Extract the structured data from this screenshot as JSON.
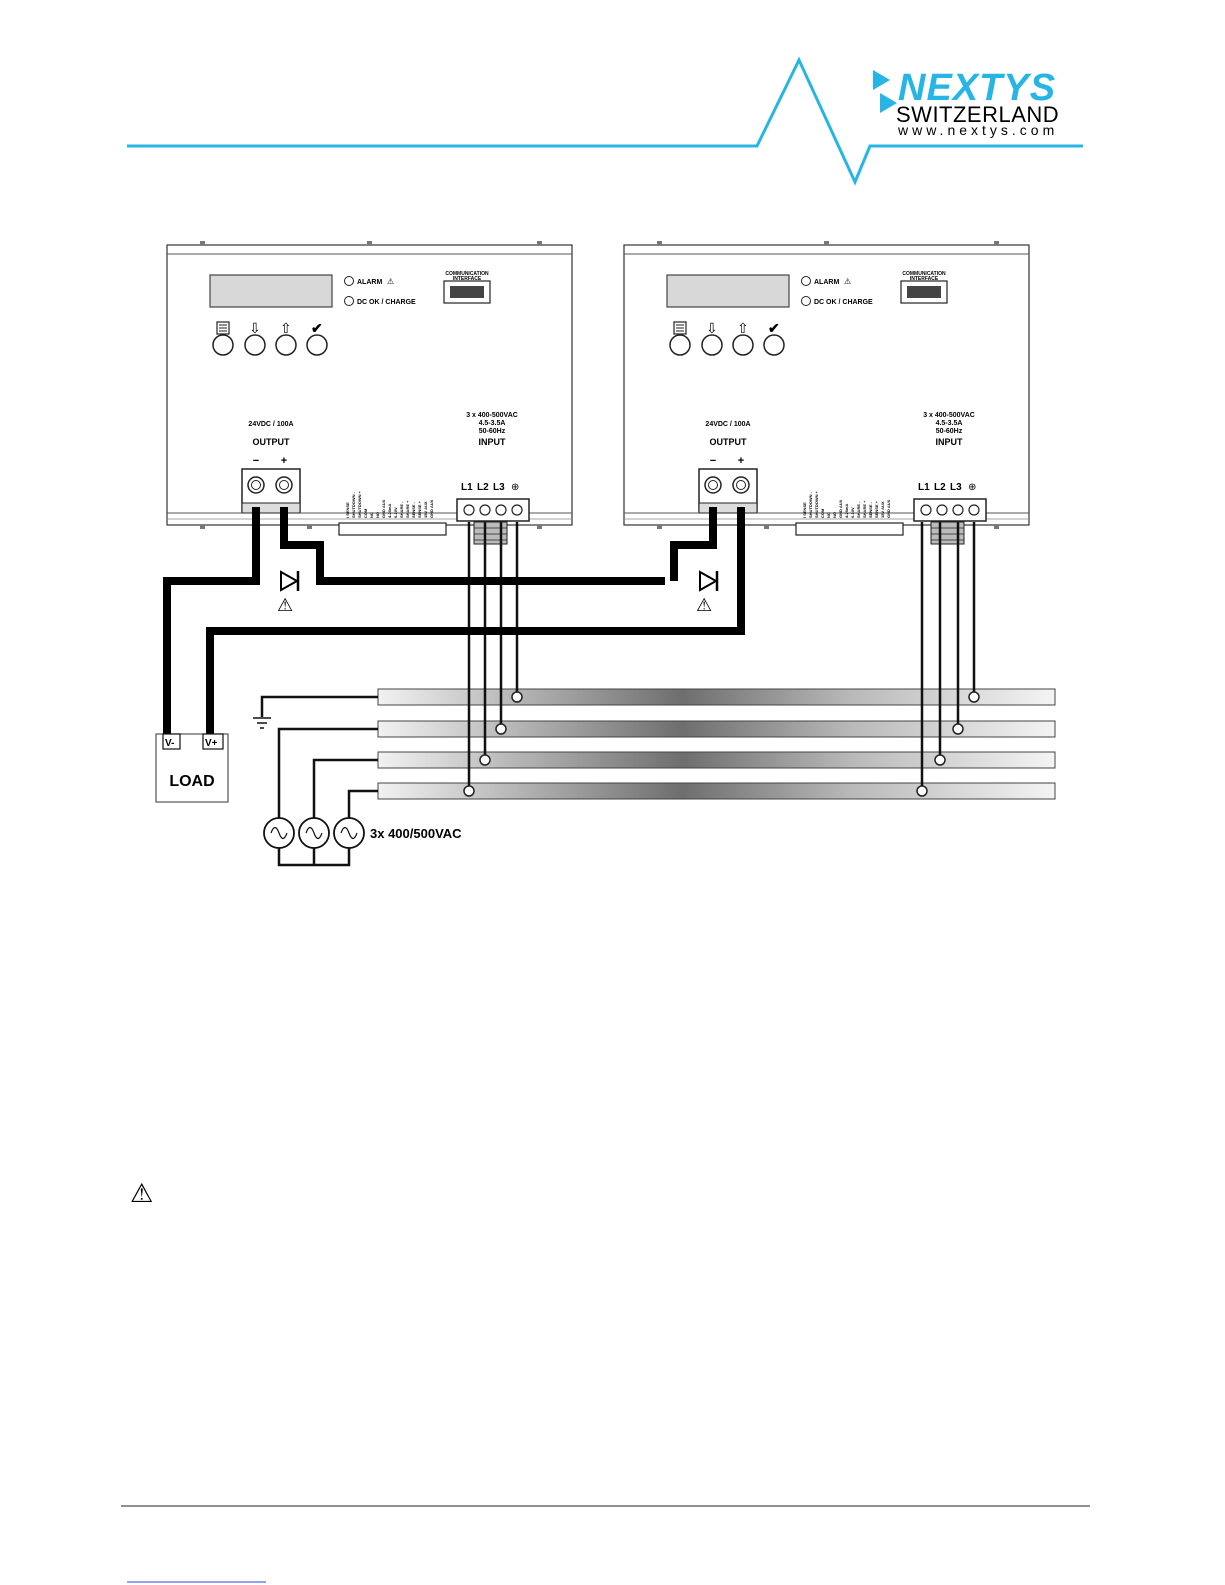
{
  "header": {
    "brand": "NEXTYS",
    "country": "SWITZERLAND",
    "website": "www.nextys.com",
    "accent_color": "#27b5e6"
  },
  "units": [
    {
      "alarm_label": "ALARM",
      "dcok_label": "DC OK / CHARGE",
      "comm_label_1": "COMMUNICATION",
      "comm_label_2": "INTERFACE",
      "output_rating": "24VDC / 100A",
      "output_label": "OUTPUT",
      "minus": "−",
      "plus": "+",
      "input_rating_1": "3 x 400-500VAC",
      "input_rating_2": "4.5-3.5A",
      "input_rating_3": "50-60Hz",
      "input_label": "INPUT",
      "l1": "L1",
      "l2": "L2",
      "l3": "L3",
      "signals": [
        "I SENSE",
        "SHUTDOWN -",
        "SHUTDOWN +",
        "COM",
        "NC",
        "NO",
        "GND AUX",
        "4-20mA",
        "0-10V",
        "SHARE -",
        "SHARE +",
        "SENSE -",
        "SENSE +",
        "15V AUX",
        "GND AUX"
      ]
    },
    {
      "alarm_label": "ALARM",
      "dcok_label": "DC OK / CHARGE",
      "comm_label_1": "COMMUNICATION",
      "comm_label_2": "INTERFACE",
      "output_rating": "24VDC / 100A",
      "output_label": "OUTPUT",
      "minus": "−",
      "plus": "+",
      "input_rating_1": "3 x 400-500VAC",
      "input_rating_2": "4.5-3.5A",
      "input_rating_3": "50-60Hz",
      "input_label": "INPUT",
      "l1": "L1",
      "l2": "L2",
      "l3": "L3",
      "signals": [
        "I SENSE",
        "SHUTDOWN -",
        "SHUTDOWN +",
        "COM",
        "NC",
        "NO",
        "GND AUX",
        "4-20mA",
        "0-10V",
        "SHARE -",
        "SHARE +",
        "SENSE -",
        "SENSE +",
        "15V AUX",
        "GND AUX"
      ]
    }
  ],
  "load": {
    "label": "LOAD",
    "vminus": "V-",
    "vplus": "V+"
  },
  "supply_label": "3x 400/500VAC",
  "icons": [
    "menu-icon",
    "arrow-down-icon",
    "arrow-up-icon",
    "check-icon",
    "warning-icon",
    "ground-icon",
    "diode-icon",
    "ac-source-icon"
  ]
}
